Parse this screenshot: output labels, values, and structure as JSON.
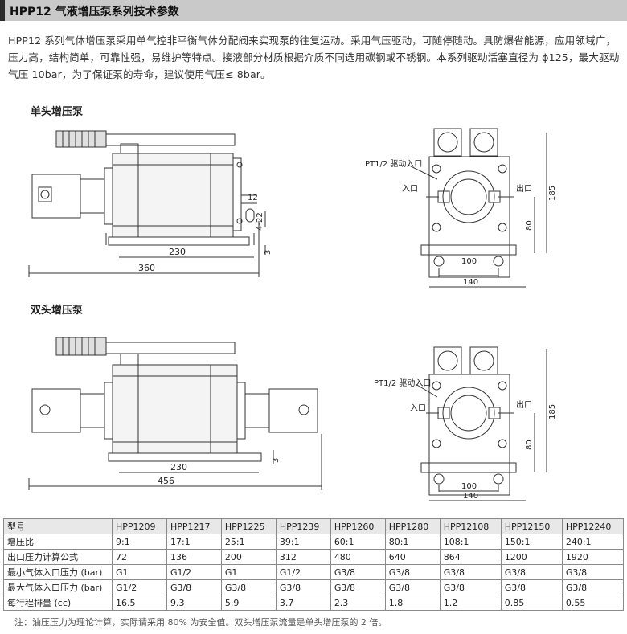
{
  "header": {
    "title": "HPP12 气液增压泵系列技术参数"
  },
  "intro": "HPP12 系列气体增压泵采用单气控非平衡气体分配阀来实现泵的往复运动。采用气压驱动，可随停随动。具防爆省能源，应用领域广，压力高，结构简单，可靠性强，易维护等特点。接液部分材质根据介质不同选用碳钢或不锈钢。本系列驱动活塞直径为 ϕ125，最大驱动气压 10bar，为了保证泵的寿命，建议使用气压≤ 8bar。",
  "single": {
    "title": "单头增压泵",
    "dim_230": "230",
    "dim_360": "360",
    "dim_12": "12",
    "dim_22": "4-22",
    "dim_3": "3",
    "port_label": "PT1/2 驱动入口",
    "inlet": "入口",
    "outlet": "出口",
    "dim_185": "185",
    "dim_80": "80",
    "dim_100": "100",
    "dim_140": "140"
  },
  "double": {
    "title": "双头增压泵",
    "dim_230": "230",
    "dim_456": "456",
    "dim_3": "3",
    "port_label": "PT1/2 驱动入口",
    "inlet": "入口",
    "outlet": "出口",
    "dim_185": "185",
    "dim_80": "80",
    "dim_100": "100",
    "dim_140": "140"
  },
  "table": {
    "header": [
      "型号",
      "HPP1209",
      "HPP1217",
      "HPP1225",
      "HPP1239",
      "HPP1260",
      "HPP1280",
      "HPP12108",
      "HPP12150",
      "HPP12240"
    ],
    "rows": [
      [
        "增压比",
        "9:1",
        "17:1",
        "25:1",
        "39:1",
        "60:1",
        "80:1",
        "108:1",
        "150:1",
        "240:1"
      ],
      [
        "出口压力计算公式",
        "72",
        "136",
        "200",
        "312",
        "480",
        "640",
        "864",
        "1200",
        "1920"
      ],
      [
        "最小气体入口压力 (bar)",
        "G1",
        "G1/2",
        "G1",
        "G1/2",
        "G3/8",
        "G3/8",
        "G3/8",
        "G3/8",
        "G3/8"
      ],
      [
        "最大气体入口压力 (bar)",
        "G1/2",
        "G3/8",
        "G3/8",
        "G3/8",
        "G3/8",
        "G3/8",
        "G3/8",
        "G3/8",
        "G3/8"
      ],
      [
        "每行程排量 (cc)",
        "16.5",
        "9.3",
        "5.9",
        "3.7",
        "2.3",
        "1.8",
        "1.2",
        "0.85",
        "0.55"
      ]
    ]
  },
  "note": "注：油压压力为理论计算，实际请采用 80% 为安全值。双头增压泵流量是单头增压泵的 2 倍。"
}
